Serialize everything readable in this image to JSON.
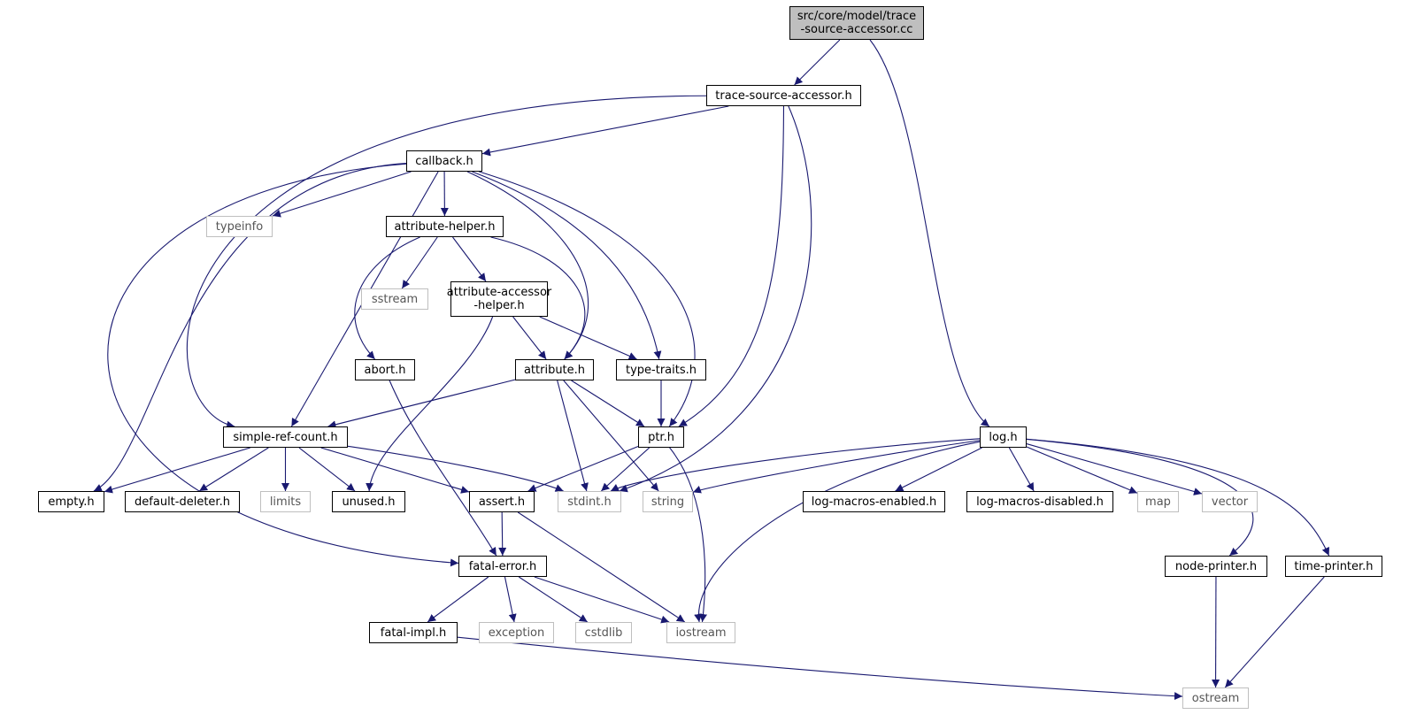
{
  "title": "src/core/model/trace-source-accessor.cc",
  "colors": {
    "edge": "#191970",
    "root_fill": "#bfbfbf",
    "node_border": "#000000",
    "external_border": "#bfbfbf"
  },
  "nodes": {
    "root": {
      "label": "src/core/model/trace\n-source-accessor.cc",
      "kind": "root"
    },
    "tsa": {
      "label": "trace-source-accessor.h",
      "kind": "header"
    },
    "callback": {
      "label": "callback.h",
      "kind": "header"
    },
    "typeinfo": {
      "label": "typeinfo",
      "kind": "external"
    },
    "attrhelper": {
      "label": "attribute-helper.h",
      "kind": "header"
    },
    "sstream": {
      "label": "sstream",
      "kind": "external"
    },
    "attracc": {
      "label": "attribute-accessor\n-helper.h",
      "kind": "header"
    },
    "abort": {
      "label": "abort.h",
      "kind": "header"
    },
    "attribute": {
      "label": "attribute.h",
      "kind": "header"
    },
    "typetraits": {
      "label": "type-traits.h",
      "kind": "header"
    },
    "src": {
      "label": "simple-ref-count.h",
      "kind": "header"
    },
    "ptr": {
      "label": "ptr.h",
      "kind": "header"
    },
    "log": {
      "label": "log.h",
      "kind": "header"
    },
    "empty": {
      "label": "empty.h",
      "kind": "header"
    },
    "defdel": {
      "label": "default-deleter.h",
      "kind": "header"
    },
    "limits": {
      "label": "limits",
      "kind": "external"
    },
    "unused": {
      "label": "unused.h",
      "kind": "header"
    },
    "assert": {
      "label": "assert.h",
      "kind": "header"
    },
    "stdint": {
      "label": "stdint.h",
      "kind": "external"
    },
    "string": {
      "label": "string",
      "kind": "external"
    },
    "lme": {
      "label": "log-macros-enabled.h",
      "kind": "header"
    },
    "lmd": {
      "label": "log-macros-disabled.h",
      "kind": "header"
    },
    "map": {
      "label": "map",
      "kind": "external"
    },
    "vector": {
      "label": "vector",
      "kind": "external"
    },
    "fatalerr": {
      "label": "fatal-error.h",
      "kind": "header"
    },
    "nodeprinter": {
      "label": "node-printer.h",
      "kind": "header"
    },
    "timeprinter": {
      "label": "time-printer.h",
      "kind": "header"
    },
    "fatalimpl": {
      "label": "fatal-impl.h",
      "kind": "header"
    },
    "exception": {
      "label": "exception",
      "kind": "external"
    },
    "cstdlib": {
      "label": "cstdlib",
      "kind": "external"
    },
    "iostream": {
      "label": "iostream",
      "kind": "external"
    },
    "ostream": {
      "label": "ostream",
      "kind": "external"
    }
  },
  "edges": [
    [
      "root",
      "tsa"
    ],
    [
      "root",
      "log"
    ],
    [
      "tsa",
      "callback"
    ],
    [
      "tsa",
      "src"
    ],
    [
      "tsa",
      "ptr"
    ],
    [
      "tsa",
      "stdint"
    ],
    [
      "callback",
      "typeinfo"
    ],
    [
      "callback",
      "attrhelper"
    ],
    [
      "callback",
      "attribute"
    ],
    [
      "callback",
      "typetraits"
    ],
    [
      "callback",
      "src"
    ],
    [
      "callback",
      "ptr"
    ],
    [
      "callback",
      "empty"
    ],
    [
      "callback",
      "fatalerr"
    ],
    [
      "attrhelper",
      "sstream"
    ],
    [
      "attrhelper",
      "attracc"
    ],
    [
      "attrhelper",
      "abort"
    ],
    [
      "attrhelper",
      "attribute"
    ],
    [
      "attracc",
      "attribute"
    ],
    [
      "attracc",
      "typetraits"
    ],
    [
      "attracc",
      "unused"
    ],
    [
      "abort",
      "fatalerr"
    ],
    [
      "attribute",
      "src"
    ],
    [
      "attribute",
      "ptr"
    ],
    [
      "attribute",
      "stdint"
    ],
    [
      "attribute",
      "string"
    ],
    [
      "typetraits",
      "ptr"
    ],
    [
      "src",
      "empty"
    ],
    [
      "src",
      "defdel"
    ],
    [
      "src",
      "limits"
    ],
    [
      "src",
      "unused"
    ],
    [
      "src",
      "assert"
    ],
    [
      "src",
      "stdint"
    ],
    [
      "ptr",
      "assert"
    ],
    [
      "ptr",
      "stdint"
    ],
    [
      "ptr",
      "iostream"
    ],
    [
      "log",
      "stdint"
    ],
    [
      "log",
      "string"
    ],
    [
      "log",
      "iostream"
    ],
    [
      "log",
      "lme"
    ],
    [
      "log",
      "lmd"
    ],
    [
      "log",
      "map"
    ],
    [
      "log",
      "vector"
    ],
    [
      "log",
      "nodeprinter"
    ],
    [
      "log",
      "timeprinter"
    ],
    [
      "assert",
      "fatalerr"
    ],
    [
      "assert",
      "iostream"
    ],
    [
      "fatalerr",
      "fatalimpl"
    ],
    [
      "fatalerr",
      "exception"
    ],
    [
      "fatalerr",
      "cstdlib"
    ],
    [
      "fatalerr",
      "iostream"
    ],
    [
      "fatalimpl",
      "ostream"
    ],
    [
      "nodeprinter",
      "ostream"
    ],
    [
      "timeprinter",
      "ostream"
    ]
  ]
}
